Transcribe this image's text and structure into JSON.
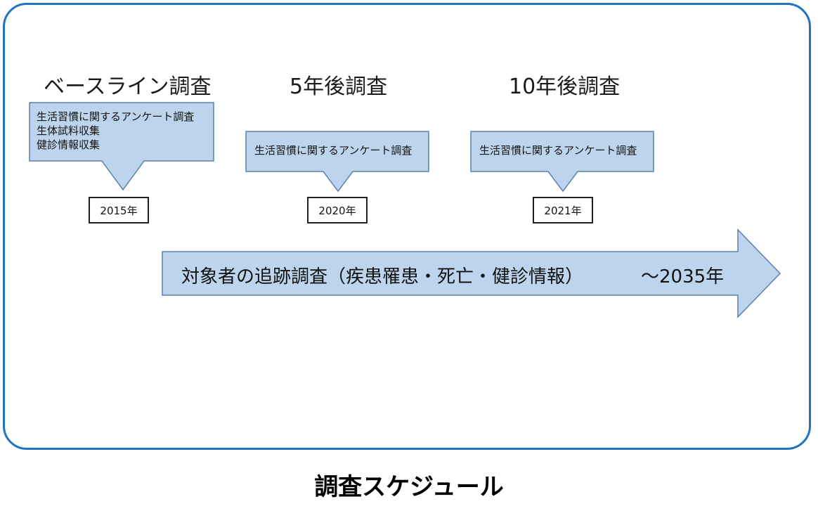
{
  "stages": [
    {
      "heading": "ベースライン調査",
      "items": [
        "生活習慣に関するアンケート調査",
        "生体試料収集",
        "健診情報収集"
      ],
      "year": "2015年"
    },
    {
      "heading": "5年後調査",
      "items": [
        "生活習慣に関するアンケート調査"
      ],
      "year": "2020年"
    },
    {
      "heading": "10年後調査",
      "items": [
        "生活習慣に関するアンケート調査"
      ],
      "year": "2021年"
    }
  ],
  "timeline": {
    "label": "対象者の追跡調査（疾患罹患・死亡・健診情報）",
    "end": "～2035年"
  },
  "caption": "調査スケジュール",
  "colors": {
    "frame": "#1f73c2",
    "shape_fill": "#bcd5ec",
    "shape_stroke": "#5a82aa"
  }
}
